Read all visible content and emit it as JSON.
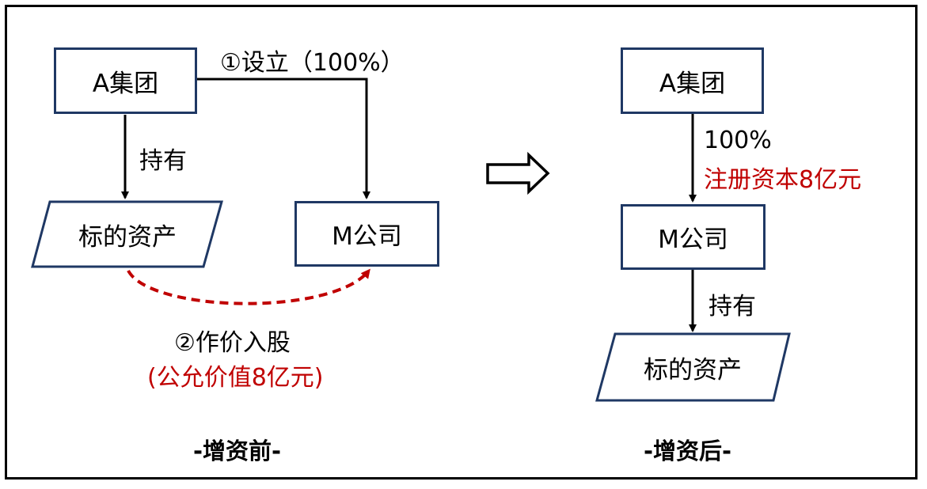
{
  "colors": {
    "box_border": "#1f3864",
    "red_accent": "#c00000",
    "text": "#000000"
  },
  "before": {
    "group_box": "A集团",
    "asset_box": "标的资产",
    "company_box": "M公司",
    "hold_label": "持有",
    "establish_label": "①设立（100%）",
    "contribution_label": "②作价入股",
    "contribution_value": "(公允价值8亿元)",
    "caption": "-增资前-"
  },
  "transition_icon": "hollow-right-arrow-icon",
  "after": {
    "group_box": "A集团",
    "ownership_label": "100%",
    "capital_label": "注册资本8亿元",
    "company_box": "M公司",
    "hold_label": "持有",
    "asset_box": "标的资产",
    "caption": "-增资后-"
  }
}
